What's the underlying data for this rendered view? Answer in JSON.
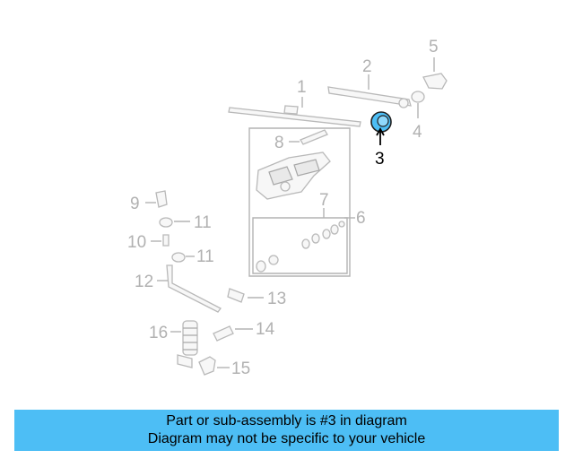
{
  "diagram": {
    "labels": {
      "l1": "1",
      "l2": "2",
      "l3": "3",
      "l4": "4",
      "l5": "5",
      "l6": "6",
      "l7": "7",
      "l8": "8",
      "l9": "9",
      "l10": "10",
      "l11a": "11",
      "l11b": "11",
      "l12": "12",
      "l13": "13",
      "l14": "14",
      "l15": "15",
      "l16": "16"
    },
    "highlight_color": "#4dbef5"
  },
  "banner": {
    "line1": "Part or sub-assembly is #3 in diagram",
    "line2": "Diagram may not be specific to your vehicle",
    "color": "#4dbef5"
  }
}
